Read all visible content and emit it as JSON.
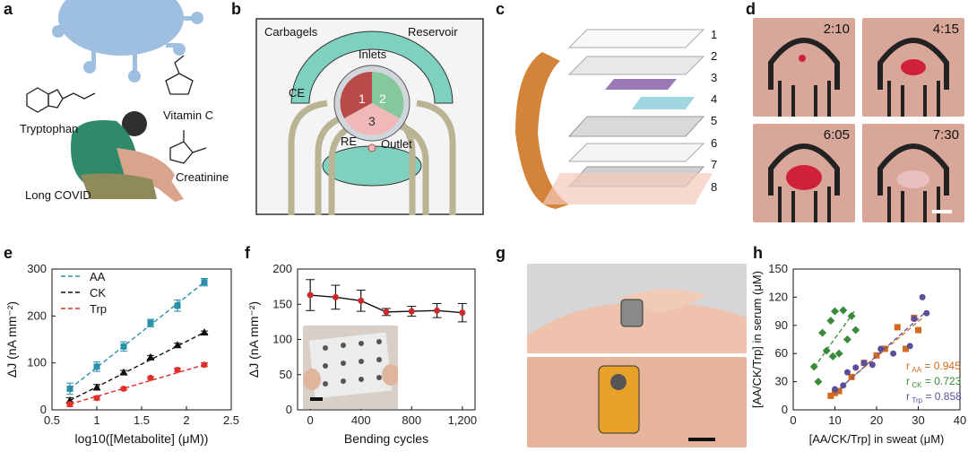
{
  "panel_labels": {
    "a": "a",
    "b": "b",
    "c": "c",
    "d": "d",
    "e": "e",
    "f": "f",
    "g": "g",
    "h": "h"
  },
  "panel_a": {
    "molecules": [
      "Tryptophan",
      "Vitamin C",
      "Creatinine"
    ],
    "subject_label": "Long COVID"
  },
  "panel_b": {
    "labels": [
      "Carbagels",
      "Reservoir",
      "Inlets",
      "CE",
      "RE",
      "Outlet"
    ],
    "segments": [
      "1",
      "2",
      "3"
    ]
  },
  "panel_c": {
    "layers": [
      "1",
      "2",
      "3",
      "4",
      "5",
      "6",
      "7",
      "8"
    ]
  },
  "panel_d": {
    "times": [
      "2:10",
      "4:15",
      "6:05",
      "7:30"
    ]
  },
  "colors": {
    "AA": "#2a8fa8",
    "CK": "#111111",
    "Trp": "#e0302c",
    "h_AA": "#d2691e",
    "h_CK": "#3a8a3a",
    "h_Trp": "#5c4e9a"
  },
  "chart_data": [
    {
      "id": "e",
      "type": "line",
      "xlabel": "log10([Metabolite] (μM))",
      "ylabel": "ΔJ (nA mm⁻²)",
      "xlim": [
        0.5,
        2.5
      ],
      "ylim": [
        0,
        300
      ],
      "xticks": [
        0.5,
        1.0,
        1.5,
        2.0,
        2.5
      ],
      "xtick_labels": [
        "0.5",
        "1",
        "1.5",
        "2",
        "2.5"
      ],
      "yticks": [
        0,
        100,
        200,
        300
      ],
      "legend_position": "top-left",
      "series": [
        {
          "name": "AA",
          "x": [
            0.7,
            1.0,
            1.3,
            1.6,
            1.9,
            2.2
          ],
          "values": [
            45,
            92,
            135,
            185,
            222,
            272
          ],
          "err": [
            12,
            10,
            10,
            8,
            12,
            8
          ],
          "color": "#2a8fa8",
          "marker": "square"
        },
        {
          "name": "CK",
          "x": [
            0.7,
            1.0,
            1.3,
            1.6,
            1.9,
            2.2
          ],
          "values": [
            20,
            48,
            80,
            112,
            138,
            165
          ],
          "err": [
            6,
            6,
            4,
            4,
            4,
            3
          ],
          "color": "#111111",
          "marker": "triangle"
        },
        {
          "name": "Trp",
          "x": [
            0.7,
            1.0,
            1.3,
            1.6,
            1.9,
            2.2
          ],
          "values": [
            12,
            25,
            45,
            68,
            85,
            96
          ],
          "err": [
            5,
            4,
            3,
            3,
            4,
            4
          ],
          "color": "#e0302c",
          "marker": "circle"
        }
      ]
    },
    {
      "id": "f",
      "type": "line",
      "xlabel": "Bending cycles",
      "ylabel": "ΔJ (nA mm⁻²)",
      "xlim": [
        -100,
        1300
      ],
      "ylim": [
        0,
        200
      ],
      "xticks": [
        0,
        400,
        800,
        1200
      ],
      "xtick_labels": [
        "0",
        "400",
        "800",
        "1,200"
      ],
      "yticks": [
        0,
        50,
        100,
        150,
        200
      ],
      "series": [
        {
          "name": "",
          "x": [
            0,
            200,
            400,
            600,
            800,
            1000,
            1200
          ],
          "values": [
            163,
            160,
            155,
            139,
            140,
            141,
            138
          ],
          "err": [
            22,
            17,
            15,
            5,
            7,
            10,
            13
          ],
          "color": "#cc2a2a"
        }
      ]
    },
    {
      "id": "h",
      "type": "scatter",
      "xlabel": "[AA/CK/Trp] in sweat (μM)",
      "ylabel": "[AA/CK/Trp] in serum (μM)",
      "xlim": [
        0,
        40
      ],
      "ylim": [
        0,
        150
      ],
      "xticks": [
        0,
        10,
        20,
        30,
        40
      ],
      "yticks": [
        0,
        30,
        60,
        90,
        120,
        150
      ],
      "annotations": [
        {
          "name": "AA",
          "r": "0.945",
          "color": "#d2691e"
        },
        {
          "name": "CK",
          "r": "0.723",
          "color": "#3a8a3a"
        },
        {
          "name": "Trp",
          "r": "0.858",
          "color": "#5c4e9a"
        }
      ],
      "series": [
        {
          "name": "AA",
          "color": "#d2691e",
          "marker": "square",
          "x": [
            9,
            10,
            11,
            14,
            17,
            20,
            22,
            25,
            27,
            29,
            30
          ],
          "y": [
            15,
            18,
            20,
            35,
            50,
            58,
            65,
            88,
            65,
            98,
            85
          ],
          "fit": [
            [
              9,
              15
            ],
            [
              31,
              98
            ]
          ]
        },
        {
          "name": "CK",
          "color": "#3a8a3a",
          "marker": "diamond",
          "x": [
            5,
            6,
            7,
            8,
            9,
            9.5,
            10,
            11,
            12,
            13,
            14,
            15
          ],
          "y": [
            46,
            30,
            82,
            63,
            95,
            57,
            105,
            60,
            106,
            75,
            100,
            85
          ],
          "fit": [
            [
              5,
              45
            ],
            [
              15,
              107
            ]
          ]
        },
        {
          "name": "Trp",
          "color": "#5c4e9a",
          "marker": "circle",
          "x": [
            10,
            12,
            13,
            15,
            17,
            19,
            21,
            24,
            28,
            29,
            31,
            32
          ],
          "y": [
            22,
            26,
            40,
            45,
            50,
            48,
            65,
            60,
            68,
            97,
            120,
            103
          ],
          "fit": [
            [
              10,
              18
            ],
            [
              32,
              105
            ]
          ]
        }
      ]
    }
  ]
}
